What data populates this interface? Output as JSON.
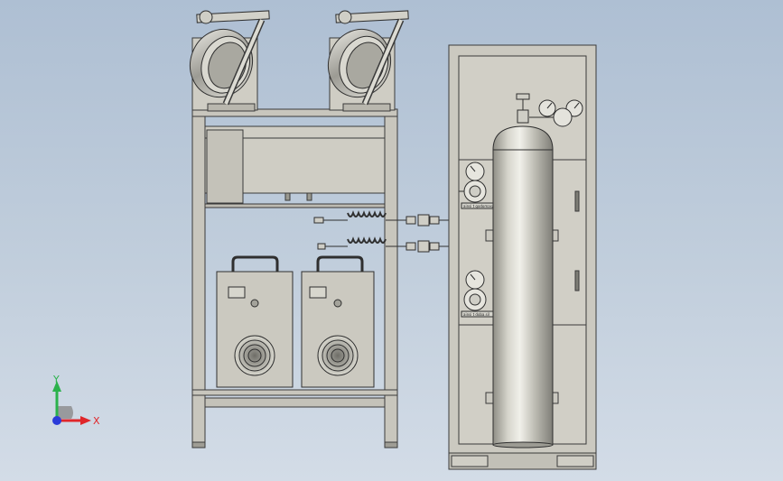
{
  "window": {
    "title": ""
  },
  "colors": {
    "background_top": "#aebfd3",
    "background_bottom": "#d3dce7",
    "frame": "#c8c6bd",
    "frame_edge": "#3a3a3a",
    "cylinder": "#c6c5bc",
    "axis_x": "#e0262a",
    "axis_y": "#2bb24c",
    "axis_z": "#2a3bd9"
  },
  "triad": {
    "x_label": "X",
    "y_label": "Y"
  },
  "plates": {
    "upper": "ainsi t godomasai",
    "lower": "ainsi t doba.sil"
  },
  "icons": [
    "coordinate-triad-icon",
    "welding-head-icon",
    "gas-regulator-icon",
    "cooling-fan-icon"
  ]
}
